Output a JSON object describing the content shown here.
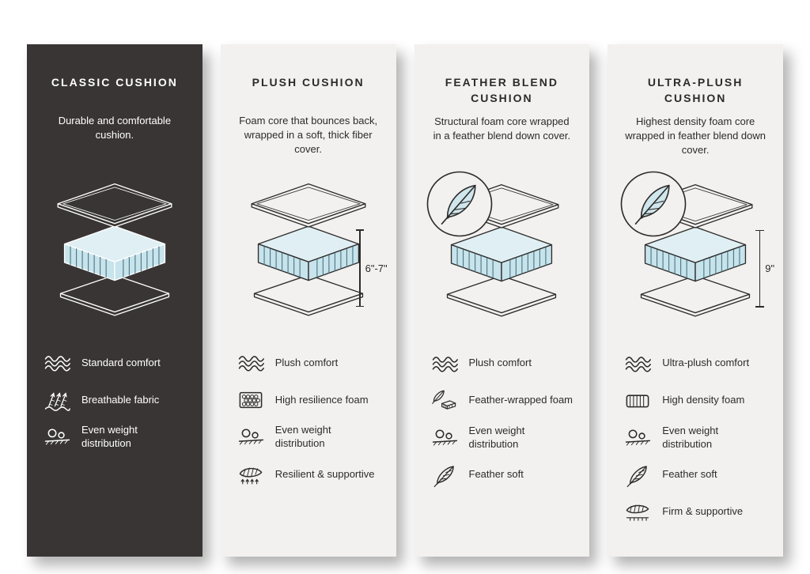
{
  "colors": {
    "page_background": "#ffffff",
    "dark_card": "#393534",
    "light_card": "#f2f1ef",
    "cushion_blue_side": "#c7e3eb",
    "cushion_blue_top": "#e0eff3",
    "hatch_blue": "#4a7380",
    "text_dark": "#2d2b2a",
    "text_light": "#ffffff"
  },
  "cards": [
    {
      "title": "CLASSIC CUSHION",
      "description": "Durable and comfortable cushion.",
      "theme": "dark",
      "measurement": null,
      "feather_badge": false,
      "features": [
        {
          "icon": "waves-icon",
          "label": "Standard comfort"
        },
        {
          "icon": "breathable-icon",
          "label": "Breathable fabric"
        },
        {
          "icon": "even-weight-icon",
          "label": "Even weight distribution"
        }
      ]
    },
    {
      "title": "PLUSH CUSHION",
      "description": "Foam core that bounces back, wrapped in a soft, thick fiber cover.",
      "theme": "light",
      "measurement": "6\"-7\"",
      "feather_badge": false,
      "features": [
        {
          "icon": "waves-icon",
          "label": "Plush comfort"
        },
        {
          "icon": "resilience-foam-icon",
          "label": "High resilience foam"
        },
        {
          "icon": "even-weight-icon",
          "label": "Even weight distribution"
        },
        {
          "icon": "resilient-supportive-icon",
          "label": "Resilient & supportive"
        }
      ]
    },
    {
      "title": "FEATHER BLEND CUSHION",
      "description": "Structural foam core wrapped in a feather blend down cover.",
      "theme": "light",
      "measurement": null,
      "feather_badge": true,
      "features": [
        {
          "icon": "waves-icon",
          "label": "Plush comfort"
        },
        {
          "icon": "feather-wrapped-foam-icon",
          "label": "Feather-wrapped foam"
        },
        {
          "icon": "even-weight-icon",
          "label": "Even weight distribution"
        },
        {
          "icon": "feather-soft-icon",
          "label": "Feather soft"
        }
      ]
    },
    {
      "title": "ULTRA-PLUSH CUSHION",
      "description": "Highest density foam core wrapped in feather blend down cover.",
      "theme": "light",
      "measurement": "9\"",
      "feather_badge": true,
      "features": [
        {
          "icon": "waves-icon",
          "label": "Ultra-plush comfort"
        },
        {
          "icon": "high-density-foam-icon",
          "label": "High density foam"
        },
        {
          "icon": "even-weight-icon",
          "label": "Even weight distribution"
        },
        {
          "icon": "feather-soft-icon",
          "label": "Feather soft"
        },
        {
          "icon": "firm-supportive-icon",
          "label": "Firm & supportive"
        }
      ]
    }
  ]
}
